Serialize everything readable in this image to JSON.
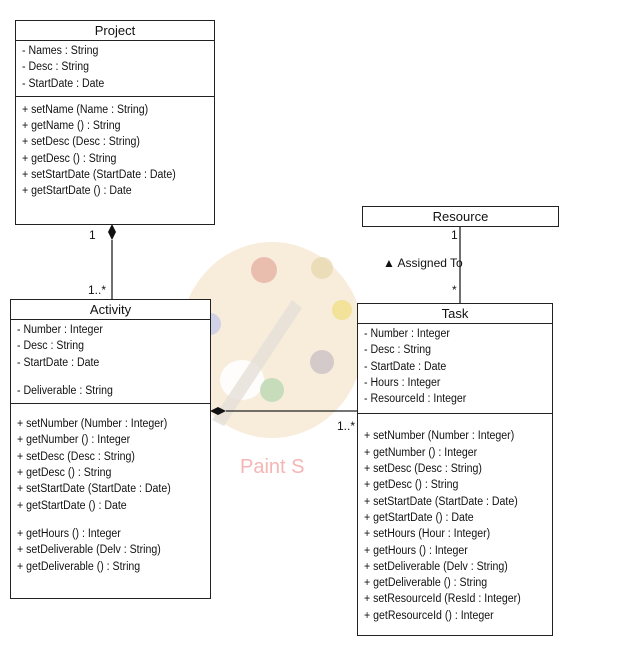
{
  "classes": {
    "project": {
      "name": "Project",
      "attributes": [
        "- Names : String",
        "- Desc : String",
        "- StartDate : Date"
      ],
      "operations": [
        "+ setName (Name : String)",
        "+ getName () : String",
        "+ setDesc (Desc : String)",
        "+ getDesc () : String",
        "+ setStartDate (StartDate : Date)",
        "+ getStartDate () : Date"
      ]
    },
    "activity": {
      "name": "Activity",
      "attributes": [
        "- Number : Integer",
        "- Desc : String",
        "- StartDate : Date",
        "",
        "- Deliverable : String"
      ],
      "operations": [
        "+ setNumber (Number : Integer)",
        "+ getNumber () : Integer",
        "+ setDesc (Desc : String)",
        "+ getDesc () : String",
        "+ setStartDate (StartDate : Date)",
        "+ getStartDate () : Date",
        "",
        "+ getHours () : Integer",
        "+ setDeliverable (Delv : String)",
        "+ getDeliverable () : String"
      ]
    },
    "resource": {
      "name": "Resource"
    },
    "task": {
      "name": "Task",
      "attributes": [
        "- Number : Integer",
        "- Desc : String",
        "- StartDate : Date",
        "- Hours : Integer",
        "- ResourceId : Integer"
      ],
      "operations": [
        "+ setNumber (Number : Integer)",
        "+ getNumber () : Integer",
        "+ setDesc (Desc : String)",
        "+ getDesc () : String",
        "+ setStartDate (StartDate : Date)",
        "+ getStartDate () : Date",
        "+ setHours (Hour : Integer)",
        "+ getHours () : Integer",
        "+ setDeliverable (Delv : String)",
        "+ getDeliverable () : String",
        "+ setResourceId (ResId : Integer)",
        "+ getResourceId () : Integer"
      ]
    }
  },
  "associations": {
    "project_activity": {
      "source_mult": "1",
      "target_mult": "1..*"
    },
    "resource_task": {
      "source_mult": "1",
      "label": "▲ Assigned To",
      "target_mult": "*"
    },
    "activity_task": {
      "target_mult": "1..*"
    }
  },
  "watermark": "Paint S"
}
